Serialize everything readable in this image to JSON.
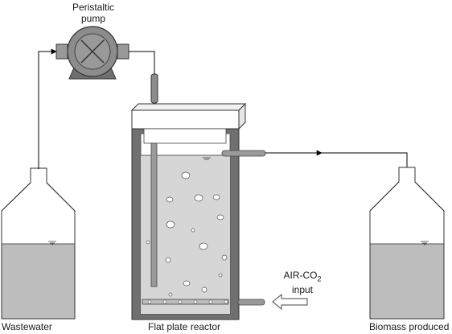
{
  "labels": {
    "pump_line1": "Peristaltic",
    "pump_line2": "pump",
    "wastewater": "Wastewater",
    "reactor": "Flat plate reactor",
    "biomass": "Biomass produced",
    "air_line1_prefix": "AIR-CO",
    "air_line1_sub": "2",
    "air_line2": "input"
  },
  "colors": {
    "liquid": "#bdbdbd",
    "reactor_liquid": "#d6d6d6",
    "reactor_frame": "#707070",
    "pump_body": "#8c8c8c",
    "line": "#000000"
  }
}
